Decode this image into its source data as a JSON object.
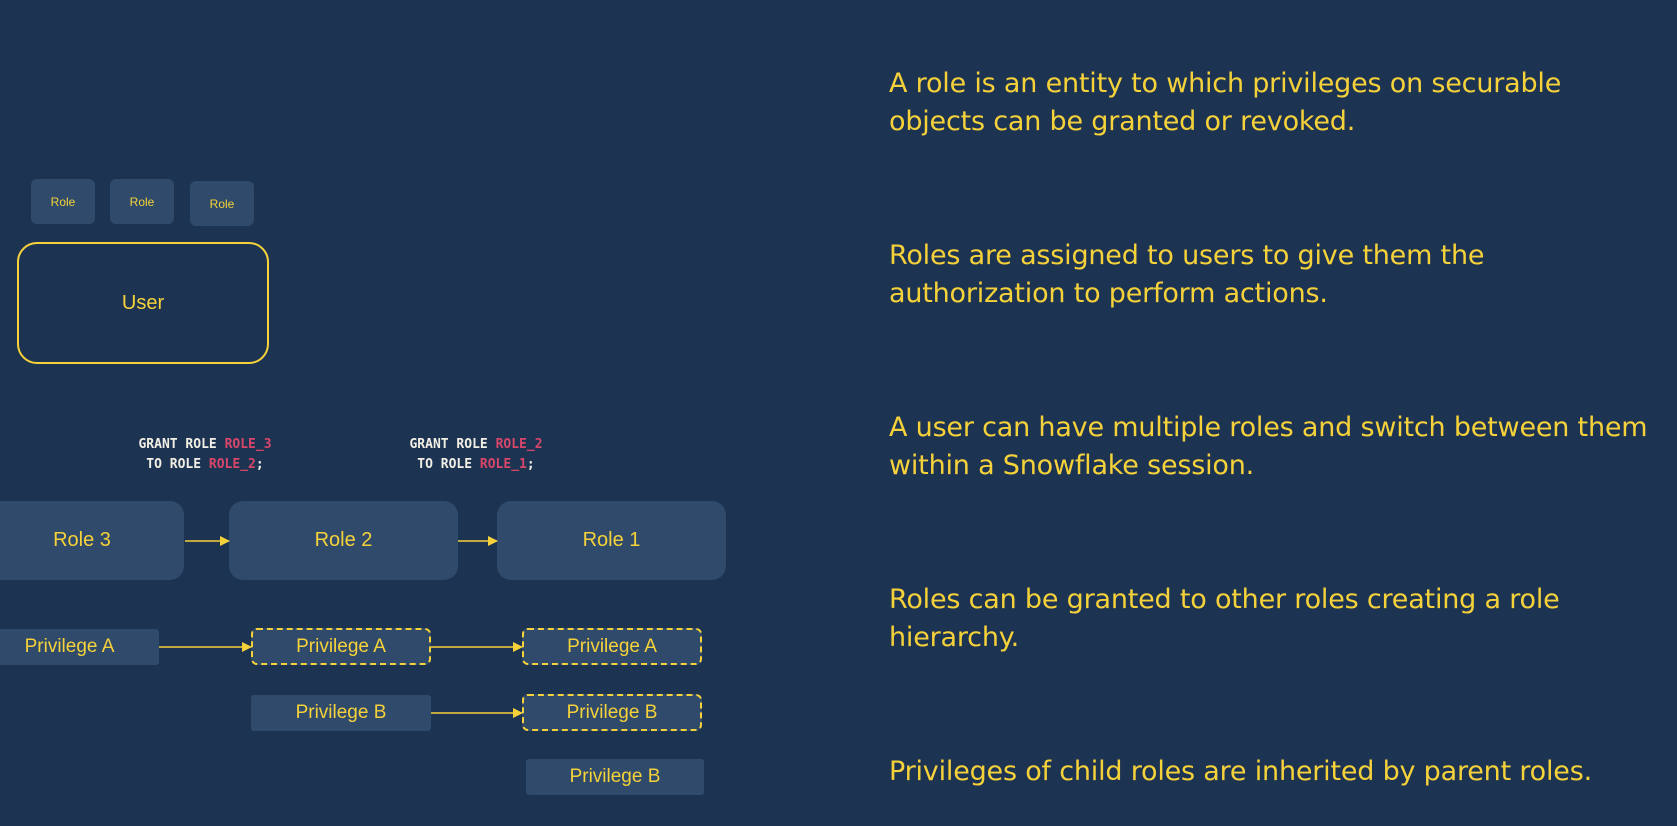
{
  "colors": {
    "background": "#1d3352",
    "box_fill": "#2f4a6b",
    "accent_yellow": "#f6d23a",
    "code_text": "#f2efe4",
    "code_identifier": "#d8466a"
  },
  "user_roles": [
    "Role",
    "Role",
    "Role"
  ],
  "user_label": "User",
  "grants": [
    {
      "line1_kw": "GRANT ROLE ",
      "line1_id": "ROLE_3",
      "line2_kw": "TO ROLE ",
      "line2_id": "ROLE_2",
      "line2_end": ";"
    },
    {
      "line1_kw": "GRANT ROLE ",
      "line1_id": "ROLE_2",
      "line2_kw": "TO ROLE ",
      "line2_id": "ROLE_1",
      "line2_end": ";"
    }
  ],
  "roles": [
    "Role 3",
    "Role 2",
    "Role 1"
  ],
  "privileges": {
    "role3_a": "Privilege A",
    "role2_a": "Privilege A",
    "role2_b": "Privilege B",
    "role1_a": "Privilege A",
    "role1_b_inherited": "Privilege B",
    "role1_b_own": "Privilege B"
  },
  "statements": [
    "A role is an entity to which privileges on securable objects can be granted or revoked.",
    "Roles are assigned to users to give them the authorization to perform actions.",
    "A user can have multiple roles and switch between them within a Snowflake session.",
    "Roles can be granted to other roles creating a role hierarchy.",
    "Privileges of child roles are inherited by parent roles."
  ]
}
